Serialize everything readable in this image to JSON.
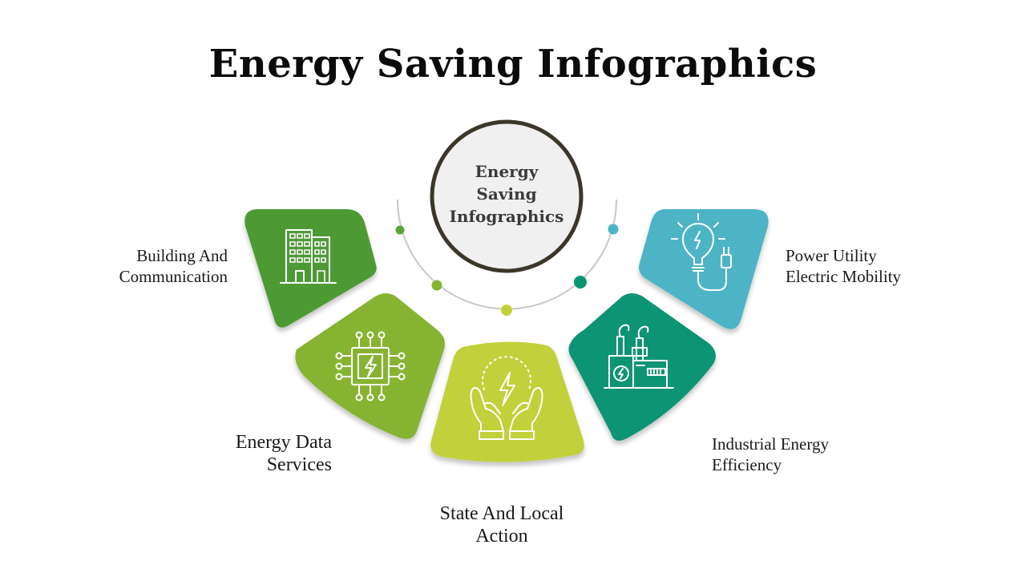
{
  "title": "Energy Saving Infographics",
  "center": {
    "lines": [
      "Energy",
      "Saving",
      "Infographics"
    ]
  },
  "segments": [
    {
      "lines": [
        "Building And",
        "Communication"
      ],
      "color": "#4e9a35",
      "icon": "building-icon"
    },
    {
      "lines": [
        "Energy Data",
        "Services"
      ],
      "color": "#86b432",
      "icon": "energy-chip-icon"
    },
    {
      "lines": [
        "State And Local",
        "Action"
      ],
      "color": "#c2d03b",
      "icon": "hands-energy-icon"
    },
    {
      "lines": [
        "Industrial Energy",
        "Efficiency"
      ],
      "color": "#0a9474",
      "icon": "factory-icon"
    },
    {
      "lines": [
        "Power Utility",
        "Electric Mobility"
      ],
      "color": "#4db4c6",
      "icon": "bulb-plug-icon"
    }
  ],
  "dot_colors": [
    "#5aa33b",
    "#86b432",
    "#c2d03b",
    "#0a9474",
    "#4db4c6"
  ]
}
